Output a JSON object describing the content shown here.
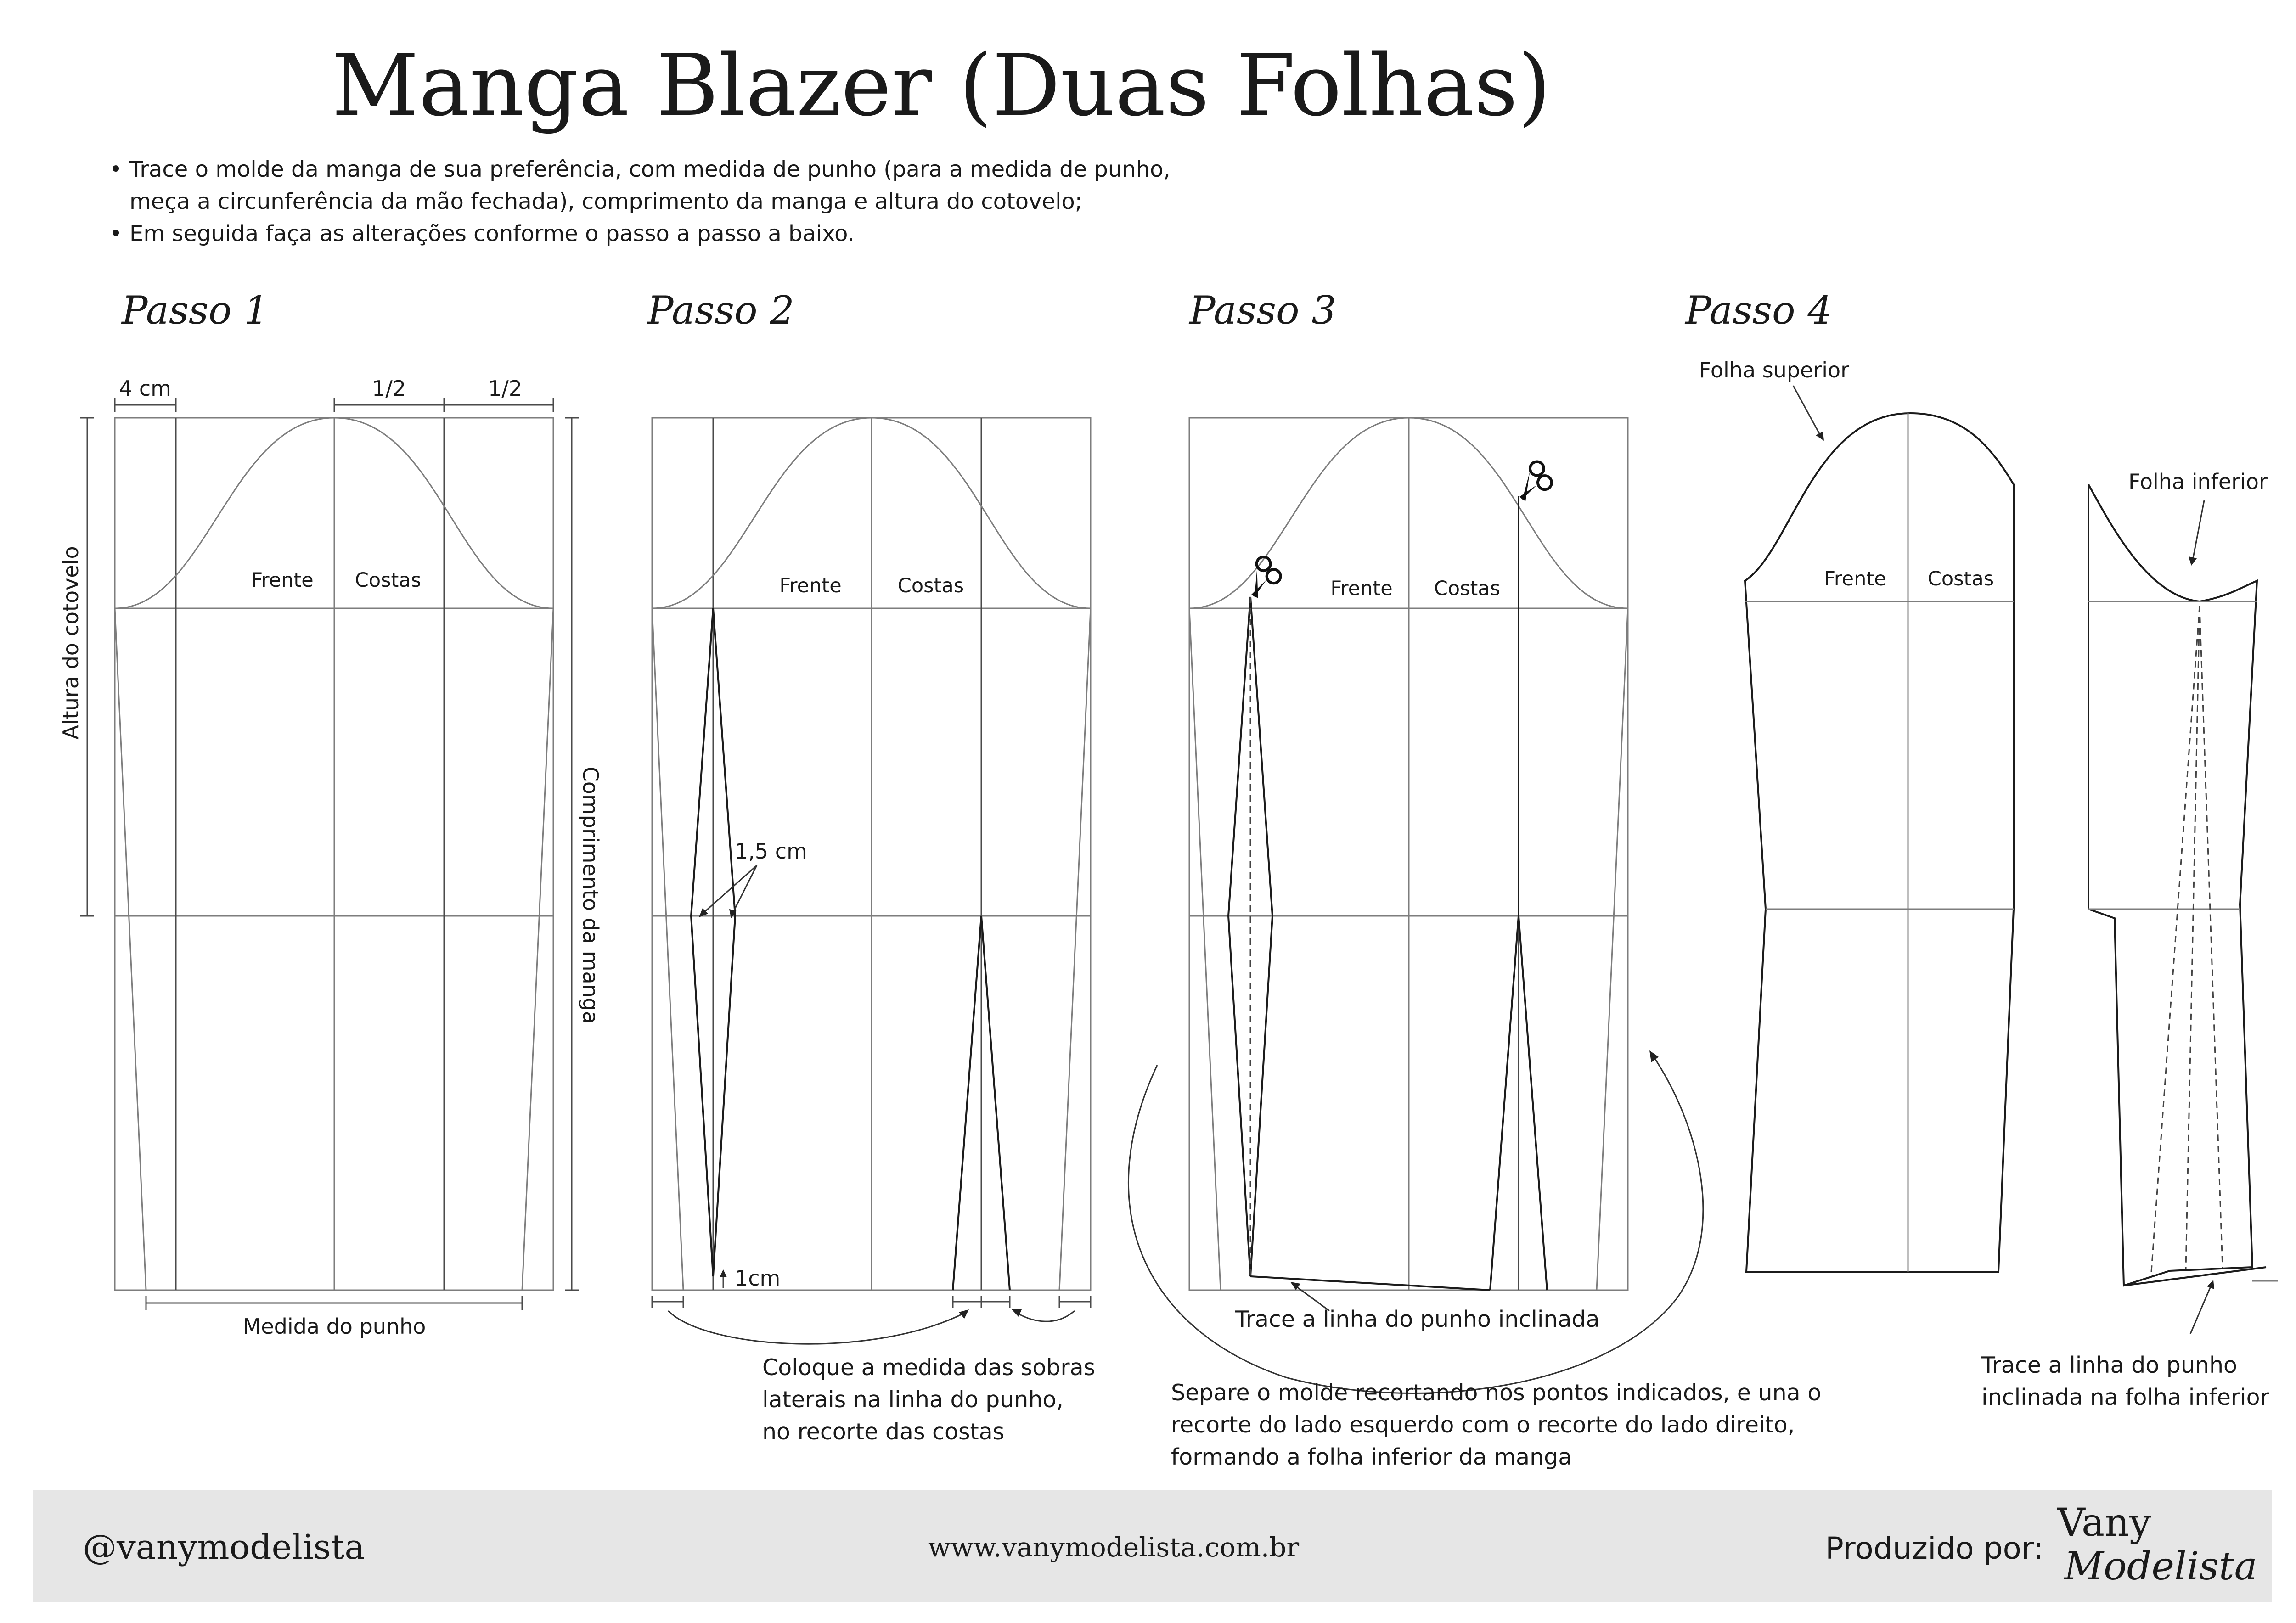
{
  "title": "Manga Blazer (Duas Folhas)",
  "instructions": {
    "line1": "Trace o molde da manga de sua preferência, com medida de punho (para a medida de punho,",
    "line2": "meça a circunferência da mão fechada), comprimento da manga e altura do cotovelo;",
    "line3": "Em seguida faça as alterações conforme o passo a passo a baixo.",
    "bullet": "•"
  },
  "steps": {
    "step1": {
      "heading": "Passo 1",
      "dim_left": "4 cm",
      "dim_half_a": "1/2",
      "dim_half_b": "1/2",
      "front": "Frente",
      "back": "Costas",
      "elbow_height": "Altura do cotovelo",
      "sleeve_length": "Comprimento da manga",
      "cuff": "Medida do punho"
    },
    "step2": {
      "heading": "Passo 2",
      "front": "Frente",
      "back": "Costas",
      "dart_width": "1,5 cm",
      "dart_bottom": "1cm",
      "note_line1": "Coloque a medida das sobras",
      "note_line2": "laterais na linha do punho,",
      "note_line3": "no recorte das costas"
    },
    "step3": {
      "heading": "Passo 3",
      "front": "Frente",
      "back": "Costas",
      "cuff_note": "Trace a linha do punho inclinada",
      "note_line1": "Separe o molde recortando nos pontos indicados, e una o",
      "note_line2": "recorte do lado esquerdo com o recorte do lado direito,",
      "note_line3": "formando a folha inferior da manga",
      "scissors_icon": "scissors-icon"
    },
    "step4": {
      "heading": "Passo 4",
      "upper_leaf": "Folha superior",
      "lower_leaf": "Folha inferior",
      "front": "Frente",
      "back": "Costas",
      "note_line1": "Trace a linha do punho",
      "note_line2": "inclinada na folha inferior"
    }
  },
  "footer": {
    "handle": "@vanymodelista",
    "website": "www.vanymodelista.com.br",
    "produced_by": "Produzido por:",
    "logo_line1": "Vany",
    "logo_line2": "Modelista",
    "band_color": "#e6e6e6"
  }
}
